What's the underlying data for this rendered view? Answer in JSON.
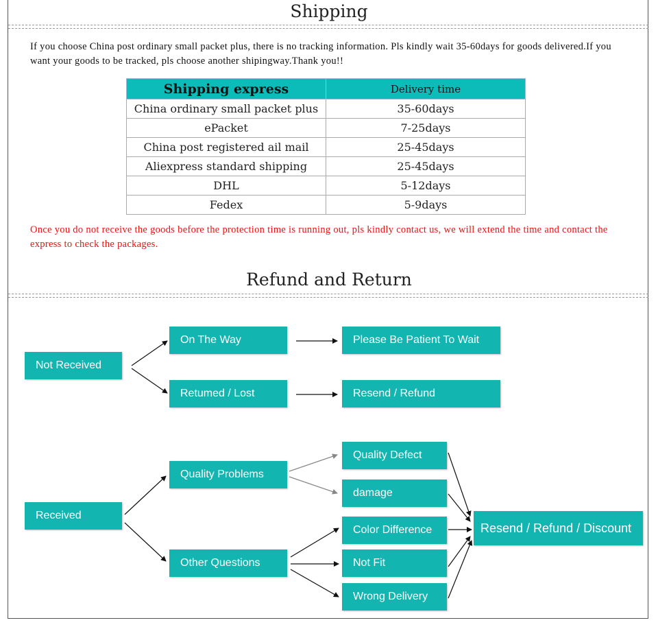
{
  "shipping": {
    "title": "Shipping",
    "intro": "If you choose China post ordinary small packet plus, there is no tracking information. Pls kindly wait 35-60days for goods delivered.If you want your goods to be tracked, pls choose another shipingway.Thank you!!",
    "table": {
      "headers": [
        "Shipping express",
        "Delivery time"
      ],
      "rows": [
        [
          "China ordinary small packet plus",
          "35-60days"
        ],
        [
          "ePacket",
          "7-25days"
        ],
        [
          "China post registered ail mail",
          "25-45days"
        ],
        [
          "Aliexpress standard shipping",
          "25-45days"
        ],
        [
          "DHL",
          "5-12days"
        ],
        [
          "Fedex",
          "5-9days"
        ]
      ]
    },
    "notice": "Once you do not receive the goods before the protection time is running out, pls kindly contact us, we will extend the time and contact the express to check the packages."
  },
  "refund": {
    "title": "Refund and Return",
    "not_received": "Not Received",
    "on_the_way": "On The Way",
    "please_wait": "Please Be Patient To Wait",
    "returned_lost": "Retumed / Lost",
    "resend_refund": "Resend / Refund",
    "received": "Received",
    "quality_problems": "Quality Problems",
    "other_questions": "Other Questions",
    "quality_defect": "Quality Defect",
    "damage": "damage",
    "color_difference": "Color Difference",
    "not_fit": "Not Fit",
    "wrong_delivery": "Wrong Delivery",
    "resend_refund_discount": "Resend / Refund / Discount"
  },
  "colors": {
    "box": "#13b5b1",
    "header": "#0cbcb8",
    "notice": "#e8130e"
  }
}
